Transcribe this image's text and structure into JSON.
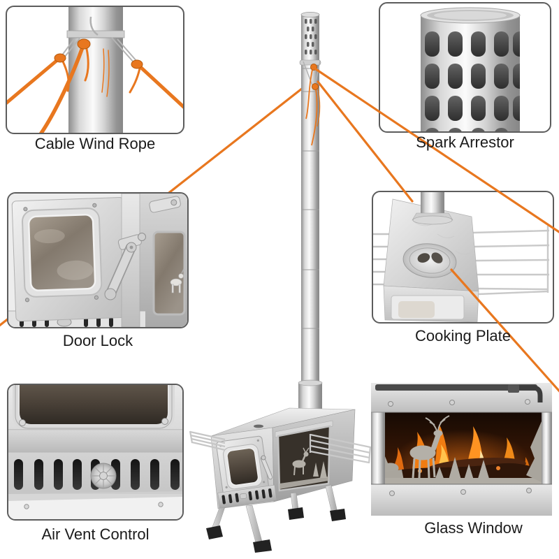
{
  "page": {
    "background_color": "#ffffff"
  },
  "callouts": [
    {
      "id": "cable-wind-rope",
      "label": "Cable Wind Rope",
      "position": "top-left",
      "depicts": "chimney pipe with orange guy ropes knotted to wire hooks"
    },
    {
      "id": "spark-arrestor",
      "label": "Spark Arrestor",
      "position": "top-right",
      "depicts": "perforated stainless cylinder chimney tip"
    },
    {
      "id": "door-lock",
      "label": "Door Lock",
      "position": "middle-left",
      "depicts": "stove door with glass pane and steel latch lever"
    },
    {
      "id": "cooking-plate",
      "label": "Cooking Plate",
      "position": "middle-right",
      "depicts": "stove top with round removable plate and side wire racks"
    },
    {
      "id": "air-vent-control",
      "label": "Air Vent Control",
      "position": "bottom-left",
      "depicts": "front vent slots with round control dial"
    },
    {
      "id": "glass-window",
      "label": "Glass Window",
      "position": "bottom-right",
      "depicts": "side window with fire, deer and pine-tree cutouts"
    }
  ],
  "colors": {
    "rope": "#e8771f",
    "box_border": "#5c5c5c",
    "label_text": "#1b1b1b",
    "steel_light": "#f3f3f3",
    "steel_mid": "#c6c6c6",
    "steel_dark": "#8d8d8d",
    "slot_dark": "#242424",
    "fire_orange": "#f08018",
    "fire_yellow": "#ffc95e",
    "fire_background": "#23110a",
    "foot_black": "#1f1f1f"
  }
}
